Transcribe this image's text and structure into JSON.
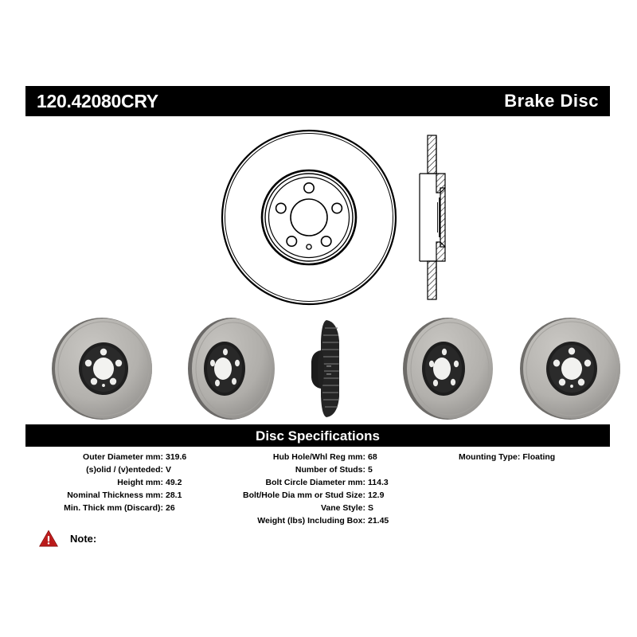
{
  "header": {
    "part_number": "120.42080CRY",
    "product_type": "Brake Disc"
  },
  "drawing": {
    "face_view_name": "rotor-face-technical-drawing",
    "section_view_name": "rotor-cross-section-drawing"
  },
  "photos": [
    {
      "name": "rotor-photo-front-face",
      "caption": ""
    },
    {
      "name": "rotor-photo-angled-left",
      "caption": ""
    },
    {
      "name": "rotor-photo-edge-on",
      "caption": ""
    },
    {
      "name": "rotor-photo-angled-right",
      "caption": ""
    },
    {
      "name": "rotor-photo-hub-face",
      "caption": ""
    }
  ],
  "specifications": {
    "section_title": "Disc Specifications",
    "left_column": [
      {
        "label": "Outer Diameter mm:",
        "value": "319.6"
      },
      {
        "label": "(s)olid / (v)enteded:",
        "value": "V"
      },
      {
        "label": "Height mm:",
        "value": "49.2"
      },
      {
        "label": "Nominal Thickness mm:",
        "value": "28.1"
      },
      {
        "label": "Min. Thick mm (Discard):",
        "value": "26"
      }
    ],
    "center_column": [
      {
        "label": "Hub Hole/Whl Reg mm:",
        "value": "68"
      },
      {
        "label": "Number of Studs:",
        "value": "5"
      },
      {
        "label": "Bolt Circle Diameter mm:",
        "value": "114.3"
      },
      {
        "label": "Bolt/Hole Dia mm or Stud Size:",
        "value": "12.9"
      },
      {
        "label": "Vane Style:",
        "value": "S"
      },
      {
        "label": "Weight (lbs) Including Box:",
        "value": "21.45"
      }
    ],
    "right_column": [
      {
        "label": "Mounting Type:",
        "value": "Floating"
      }
    ]
  },
  "note": {
    "icon": "warning-triangle-icon",
    "label": "Note:",
    "text": ""
  },
  "colors": {
    "bar_background": "#000000",
    "bar_text": "#ffffff",
    "body_text": "#000000",
    "warning_red": "#cc2222",
    "warning_red_dark": "#8c1111",
    "rotor_grey": "#b4b2ae",
    "rotor_hat_black": "#1c1c1c"
  }
}
